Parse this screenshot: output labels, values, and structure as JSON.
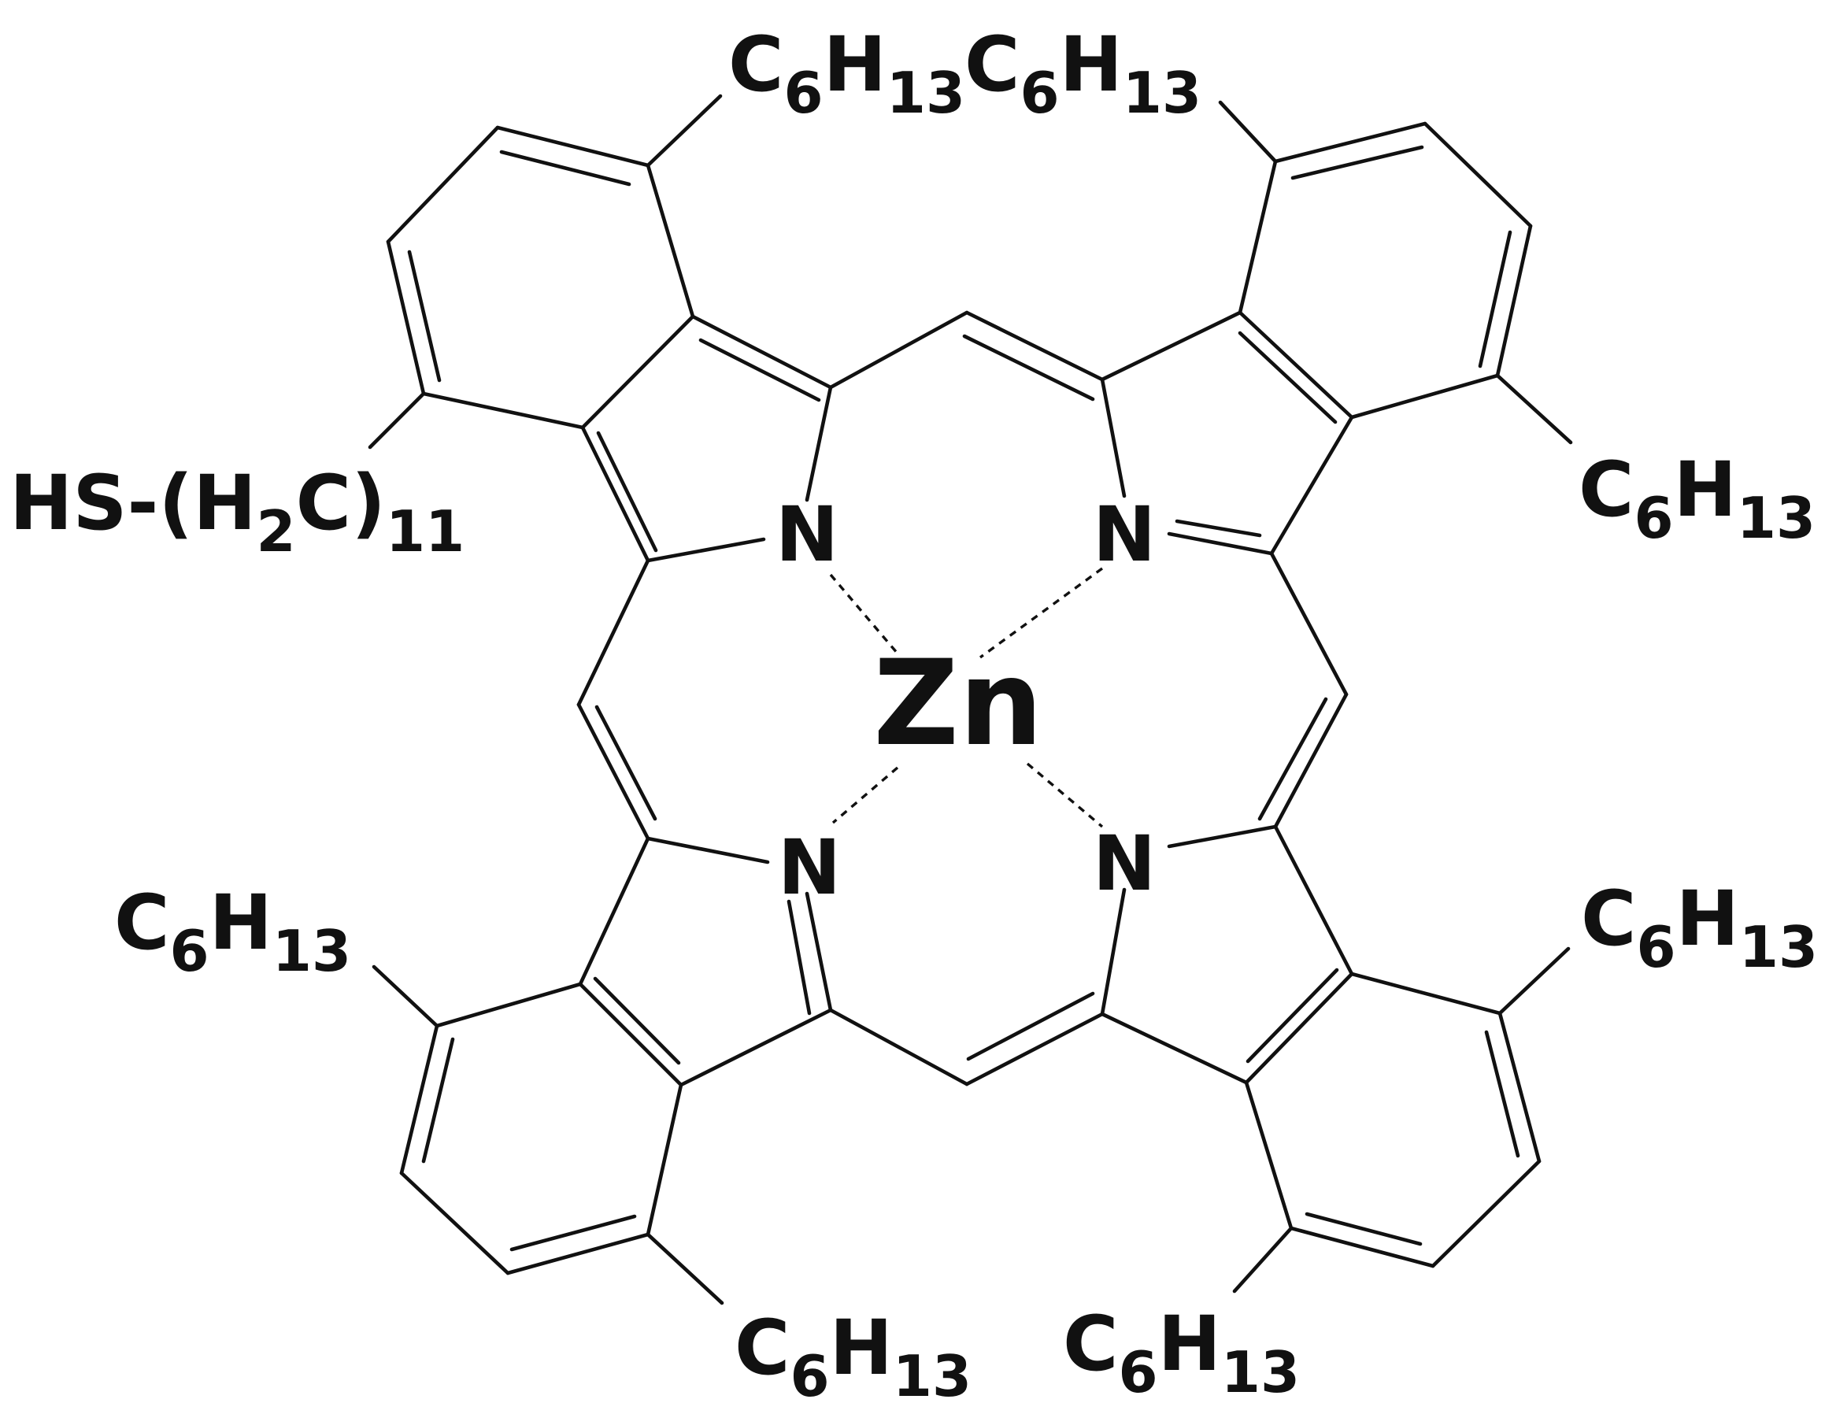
{
  "molecule": {
    "metal": "Zn",
    "nitrogen_label": "N",
    "substituents": {
      "top_left": {
        "base": "C",
        "sub1": "6",
        "mid": "H",
        "sub2": "13"
      },
      "top_right": {
        "base": "C",
        "sub1": "6",
        "mid": "H",
        "sub2": "13"
      },
      "right_upper": {
        "base": "C",
        "sub1": "6",
        "mid": "H",
        "sub2": "13"
      },
      "right_lower": {
        "base": "C",
        "sub1": "6",
        "mid": "H",
        "sub2": "13"
      },
      "bottom_right": {
        "base": "C",
        "sub1": "6",
        "mid": "H",
        "sub2": "13"
      },
      "bottom_left": {
        "base": "C",
        "sub1": "6",
        "mid": "H",
        "sub2": "13"
      },
      "left_lower": {
        "base": "C",
        "sub1": "6",
        "mid": "H",
        "sub2": "13"
      },
      "thiol_chain": {
        "prefix": "HS-(H",
        "sub1": "2",
        "mid": "C)",
        "sub2": "11"
      }
    }
  }
}
